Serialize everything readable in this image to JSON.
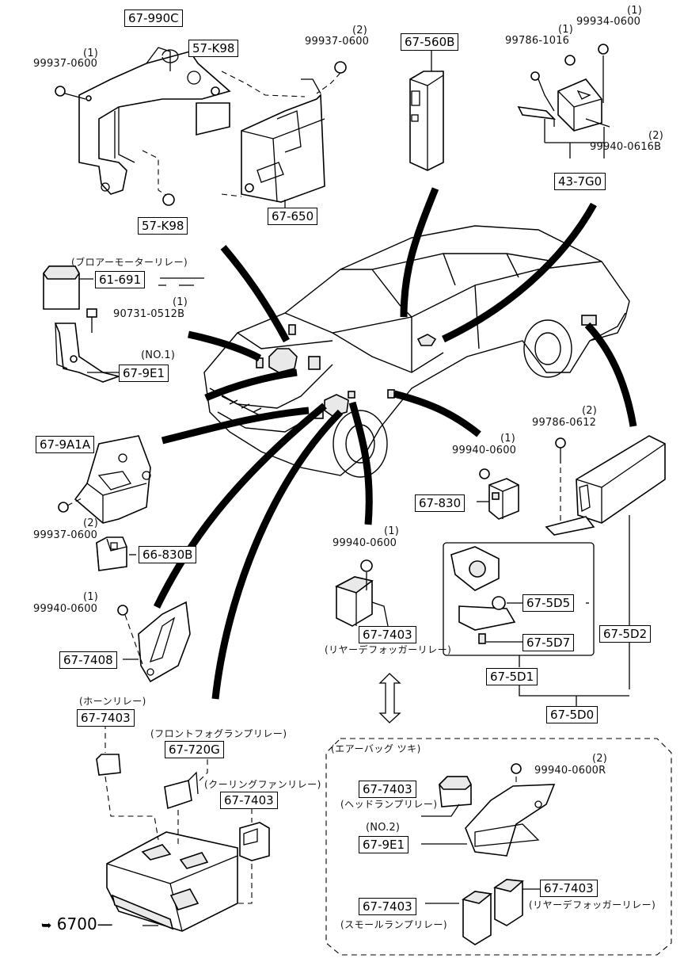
{
  "labels": {
    "l01": "67-990C",
    "l02": "57-K98",
    "l03": "(1)",
    "l04": "99937-0600",
    "l05": "(2)",
    "l06": "99937-0600",
    "l07": "67-560B",
    "l08": "(1)",
    "l09": "99786-1016",
    "l10": "(1)",
    "l11": "99934-0600",
    "l12": "(2)",
    "l13": "99940-0616B",
    "l14": "43-7G0",
    "l15": "57-K98",
    "l16": "67-650",
    "l17": "(ブロアーモーターリレー)",
    "l18": "61-691",
    "l19": "(1)",
    "l20": "90731-0512B",
    "l21": "(NO.1)",
    "l22": "67-9E1",
    "l23": "67-9A1A",
    "l24": "(2)",
    "l25": "99937-0600",
    "l26": "66-830B",
    "l27": "(1)",
    "l28": "99940-0600",
    "l29": "67-7408",
    "l30": "(2)",
    "l31": "99786-0612",
    "l32": "(1)",
    "l33": "99940-0600",
    "l34": "67-830",
    "l35": "(1)",
    "l36": "99940-0600",
    "l37": "67-7403",
    "l38": "(リヤーデフォッガーリレー)",
    "l39": "67-5D5",
    "l40": "67-5D7",
    "l41": "67-5D2",
    "l42": "67-5D1",
    "l43": "67-5D0",
    "l44": "(ホーンリレー)",
    "l45": "67-7403",
    "l46": "(フロントフォグランプリレー)",
    "l47": "67-720G",
    "l48": "(クーリングファンリレー)",
    "l49": "67-7403",
    "l50": "(エアーバッグ ツキ)",
    "l51": "(2)",
    "l52": "99940-0600R",
    "l53": "67-7403",
    "l54": "(ヘッドランプリレー)",
    "l55": "(NO.2)",
    "l56": "67-9E1",
    "l57": "67-7403",
    "l58": "(リヤーデフォッガーリレー)",
    "l59": "67-7403",
    "l60": "(スモールランプリレー)",
    "l61": "6700"
  }
}
